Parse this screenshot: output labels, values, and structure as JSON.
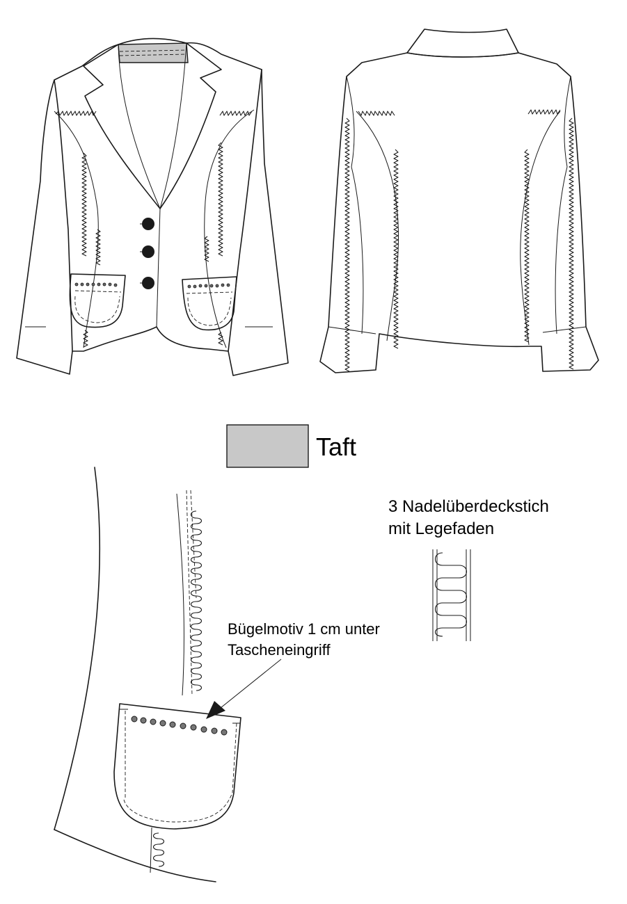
{
  "legend": {
    "swatch_color": "#c8c8c8",
    "label": "Taft"
  },
  "stitch_note": {
    "line1": "3 Nadelüberdeckstich",
    "line2": "mit Legefaden"
  },
  "detail_note": {
    "line1": "Bügelmotiv 1 cm unter",
    "line2": "Tascheneingriff"
  },
  "colors": {
    "ink": "#1a1a1a",
    "taft": "#c8c8c8",
    "background": "#ffffff"
  }
}
